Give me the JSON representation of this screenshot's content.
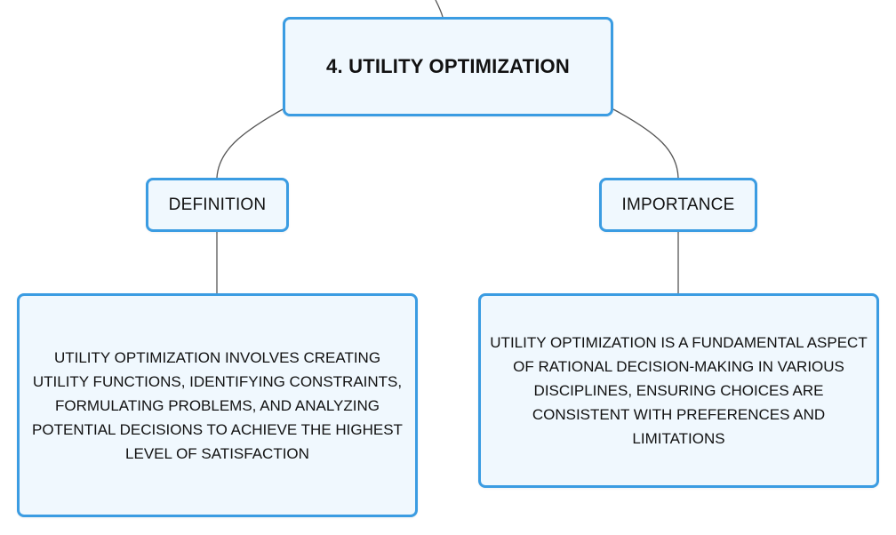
{
  "root": {
    "title": "4. UTILITY OPTIMIZATION"
  },
  "branches": [
    {
      "label": "DEFINITION",
      "detail": "UTILITY OPTIMIZATION INVOLVES CREATING UTILITY FUNCTIONS, IDENTIFYING CONSTRAINTS, FORMULATING PROBLEMS, AND ANALYZING POTENTIAL DECISIONS TO ACHIEVE THE HIGHEST LEVEL OF SATISFACTION"
    },
    {
      "label": "IMPORTANCE",
      "detail": "UTILITY OPTIMIZATION IS A FUNDAMENTAL ASPECT OF RATIONAL DECISION-MAKING IN VARIOUS DISCIPLINES, ENSURING CHOICES ARE CONSISTENT WITH PREFERENCES AND LIMITATIONS"
    }
  ],
  "colors": {
    "node_border": "#3b9ce2",
    "node_fill": "#f0f8fe",
    "connector": "#555555",
    "text": "#111111"
  }
}
